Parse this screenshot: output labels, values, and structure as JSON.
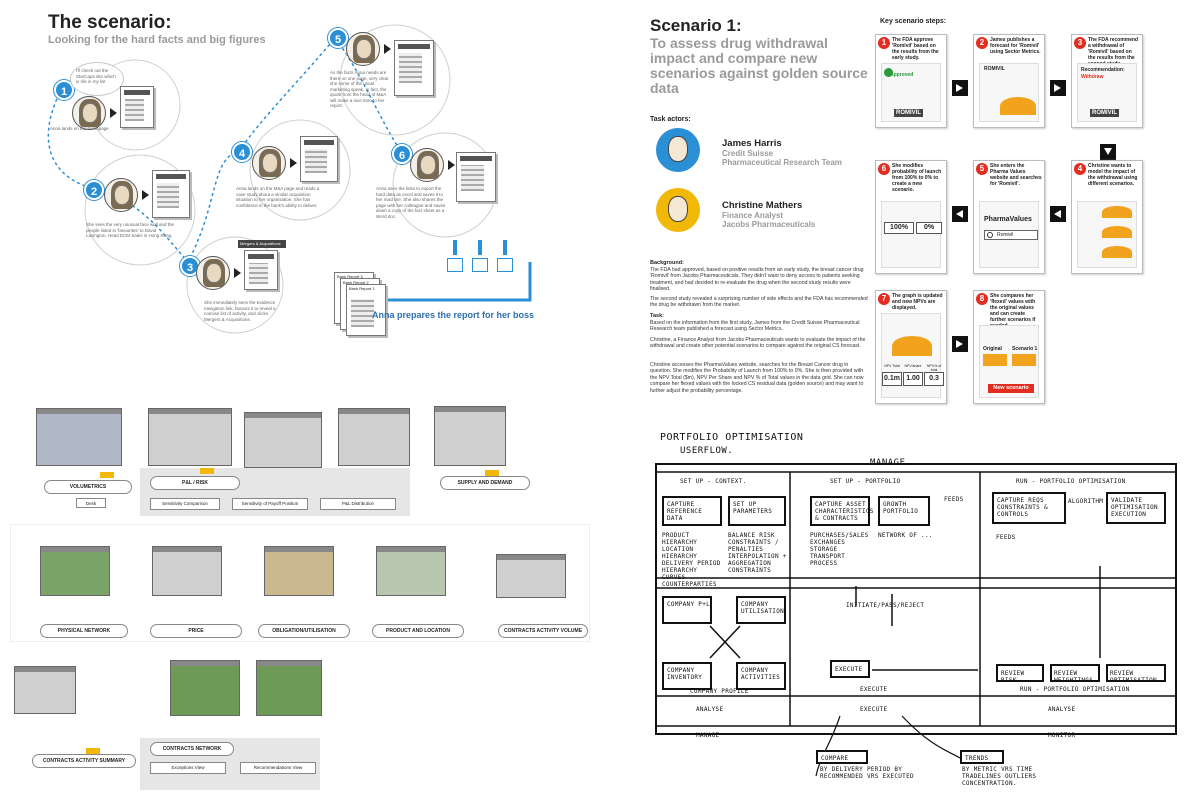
{
  "q1": {
    "title": "The scenario:",
    "subtitle": "Looking for the hard facts and big figures",
    "steps": [
      {
        "n": "1",
        "text": "Anna lands on the homepage",
        "bubble": "I'll check out the StarCaps site which is rife in my list"
      },
      {
        "n": "2",
        "text": "She sees the very unusual face wall and the people listed in 'favourites' to David Lavington, Head ECM Sales in Hong Kong."
      },
      {
        "n": "3",
        "text": "She immediately sees the Evidence navigation link, favours it to reveal a concise list of activity, and clicks Mergers & Acquisitions."
      },
      {
        "n": "4",
        "text": "Anna lands on the M&A page and reads a case study about a similar acquisition situation to her organisation. She has confidence in the bank's ability to deliver."
      },
      {
        "n": "5",
        "text": "As the facts Anna needs are there on one page, very clear she some of the usual marketing speak. In fact, the quote from the head of M&A will make a nice intro to her report."
      },
      {
        "n": "6",
        "text": "Anna sees the links to export the hard data as excel and saves it to her machine. She also shares the page with her colleague and saves down a copy of the fact sheet as a Word doc."
      }
    ],
    "panel_header": "Mergers & Acquisitions",
    "reports": [
      "Bank Report 3",
      "Bank Report 2",
      "Bank Report 1"
    ],
    "final_label": "Anna prepares the report for her boss"
  },
  "q2": {
    "title": "Scenario 1:",
    "subtitle": "To assess drug withdrawal impact and compare new scenarios against golden source data",
    "task_actors_label": "Task actors:",
    "actors": [
      {
        "name": "James Harris",
        "role1": "Credit Suisse",
        "role2": "Pharmaceutical Research Team",
        "color": "#2b8fd6"
      },
      {
        "name": "Christine Mathers",
        "role1": "Finance Analyst",
        "role2": "Jacobs Pharmaceuticals",
        "color": "#f2b807"
      }
    ],
    "background_label": "Background:",
    "background_text": "The FDA had approved, based on positive results from an early study, the breast cancer drug 'Romivil' from Jacobs Pharmaceuticals. They didn't want to deny access to patients seeking treatment, and had decided to re-evaluate the drug when the second study results were finalised.",
    "second_text": "The second study revealed a surprising number of side effects and the FDA has recommended the drug be withdrawn from the market.",
    "task_label": "Task:",
    "task_text": "Based on the information from the first study, James from the Credit Suisse Pharmaceutical Research team published a forecast using Sector Metrics.",
    "task_text2": "Christine, a Finance Analyst from Jacobs Pharmaceuticals wants to evaluate the impact of the withdrawal and create other potential scenarios to compare against the original CS forecast.",
    "task_text3": "Christine accesses the PharmaValues website, searches for the Breast Cancer drug in question. She modifies the Probability of Launch from 100% to 0%. She is then provided with the NPV Total ($m), NPV Per Share and NPV % of Total values in the data grid. She can now compare her flexed values with the locked CS residual data (golden source) and may want to further adjust the probability percentage.",
    "steps_label": "Key scenario steps:",
    "cards": [
      {
        "n": "1",
        "text": "The FDA approve 'Romivil' based on the results from the early study."
      },
      {
        "n": "2",
        "text": "James publishes a forecast for 'Romivil' using Sector Metrics."
      },
      {
        "n": "3",
        "text": "The FDA recommend a withdrawal of 'Romivil' based on the results from the second study."
      },
      {
        "n": "4",
        "text": "Christine wants to model the impact of the withdrawal using different scenarios."
      },
      {
        "n": "5",
        "text": "She enters the Pharma Values website and searches for 'Romivil'."
      },
      {
        "n": "6",
        "text": "She modifies probability of launch from 100% to 0% to create a new scenario."
      },
      {
        "n": "7",
        "text": "The graph is updated and new NPVs are displayed."
      },
      {
        "n": "8",
        "text": "She compares her 'flexed' values with the original values and can create further scenarios if needed"
      }
    ],
    "approved": "Approved",
    "romivil": "ROMIVIL",
    "recommendation": "Recommendation:",
    "withdraw": "Withdraw",
    "pharmavalues": "PharmaValues",
    "search_value": "Romivil",
    "pct_from": "100%",
    "pct_to": "0%",
    "npv_labels": [
      "NPV Total",
      "NPV/share",
      "NPV% of total"
    ],
    "npv_values": [
      "0.1m",
      "1.00",
      "0.3"
    ],
    "compare_original": "Original",
    "compare_scenario": "Scenario 1",
    "new_scenario": "New scenario"
  },
  "q3": {
    "row1_pills": [
      "VOLUMETRICS",
      "P&L / RISK",
      "SUPPLY AND DEMAND"
    ],
    "row1_boxes": [
      "Sensitivity Comparison",
      "Sensitivity of Payoff Position",
      "P&L Distribution",
      "Desk"
    ],
    "row2_pills": [
      "PHYSICAL NETWORK",
      "PRICE",
      "OBLIGATION/UTILISATION",
      "PRODUCT AND LOCATION",
      "CONTRACTS ACTIVITY VOLUME"
    ],
    "row3_pills": [
      "CONTRACTS ACTIVITY SUMMARY",
      "CONTRACTS NETWORK"
    ],
    "row3_boxes": [
      "Exceptions View",
      "Recommendations View"
    ]
  },
  "q4": {
    "title": "PORTFOLIO OPTIMISATION",
    "subtitle": "USERFLOW.",
    "manage": "MANAGE",
    "monitor": "MONITOR",
    "manage2": "MANAGE",
    "analyse": "ANALYSE",
    "analyse2": "ANALYSE",
    "execute": "EXECUTE",
    "execute2": "EXECUTE",
    "setup_context": "SET UP - CONTEXT.",
    "setup_portfolio": "SET UP - PORTFOLIO",
    "run_portfolio": "RUN - PORTFOLIO OPTIMISATION",
    "run_portfolio2": "RUN - PORTFOLIO OPTIMISATION",
    "company_profile": "COMPANY PROFILE",
    "boxes": {
      "capture_ref": "CAPTURE REFERENCE DATA",
      "setup_params": "SET UP PARAMETERS",
      "capture_asset": "CAPTURE ASSET CHARACTERISTICS & CONTRACTS",
      "growth": "GROWTH PORTFOLIO",
      "capture_reqs": "CAPTURE REQS CONSTRAINTS & CONTROLS",
      "validate": "VALIDATE OPTIMISATION EXECUTION",
      "company_pl": "COMPANY P+L",
      "company_util": "COMPANY UTILISATION",
      "company_inv": "COMPANY INVENTORY",
      "company_act": "COMPANY ACTIVITIES",
      "execute_box": "EXECUTE",
      "review_risk": "REVIEW RISK",
      "review_wt": "REVIEW WEIGHTINGS",
      "review_opt": "REVIEW OPTIMISATION"
    },
    "notes": {
      "product": "PRODUCT HIERARCHY LOCATION HIERARCHY DELIVERY PERIOD HIERARCHY CURVES COUNTERPARTIES",
      "balance": "BALANCE RISK CONSTRAINTS / PENALTIES INTERPOLATION + AGGREGATION CONSTRAINTS",
      "purchases": "PURCHASES/SALES EXCHANGES STORAGE TRANSPORT PROCESS",
      "network": "NETWORK OF ...",
      "feeds": "FEEDS",
      "algorithm": "ALGORITHM",
      "feeds2": "FEEDS",
      "initiate": "INITIATE/PASS/REJECT"
    },
    "compare": "COMPARE",
    "compare_note": "BY DELIVERY PERIOD BY RECOMMENDED VRS EXECUTED",
    "trends": "TRENDS",
    "trends_note": "BY METRIC VRS TIME TRADELINES OUTLIERS CONCENTRATION."
  }
}
